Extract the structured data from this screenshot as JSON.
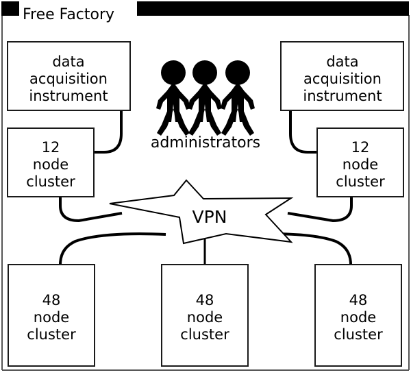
{
  "frame": {
    "title": "Free Factory",
    "border_color": "#555555",
    "bar_color": "#000000"
  },
  "nodes": {
    "dai_left": {
      "name": "data acquisition instrument",
      "lines": [
        "data",
        "acquisition",
        "instrument"
      ]
    },
    "dai_right": {
      "name": "data acquisition instrument",
      "lines": [
        "data",
        "acquisition",
        "instrument"
      ]
    },
    "cluster12_left": {
      "name": "12 node cluster",
      "lines": [
        "12",
        "node",
        "cluster"
      ]
    },
    "cluster12_right": {
      "name": "12 node cluster",
      "lines": [
        "12",
        "node",
        "cluster"
      ]
    },
    "cluster48_left": {
      "name": "48 node cluster",
      "lines": [
        "48",
        "node",
        "cluster"
      ]
    },
    "cluster48_center": {
      "name": "48 node cluster",
      "lines": [
        "48",
        "node",
        "cluster"
      ]
    },
    "cluster48_right": {
      "name": "48 node cluster",
      "lines": [
        "48",
        "node",
        "cluster"
      ]
    },
    "vpn": {
      "label": "VPN",
      "shape": "star-burst"
    },
    "administrators": {
      "label": "administrators",
      "icon": "three-people-icon",
      "count": 3
    }
  },
  "colors": {
    "line": "#000000",
    "box_fill": "#ffffff",
    "box_stroke": "#1a1a1a",
    "background": "#ffffff"
  }
}
